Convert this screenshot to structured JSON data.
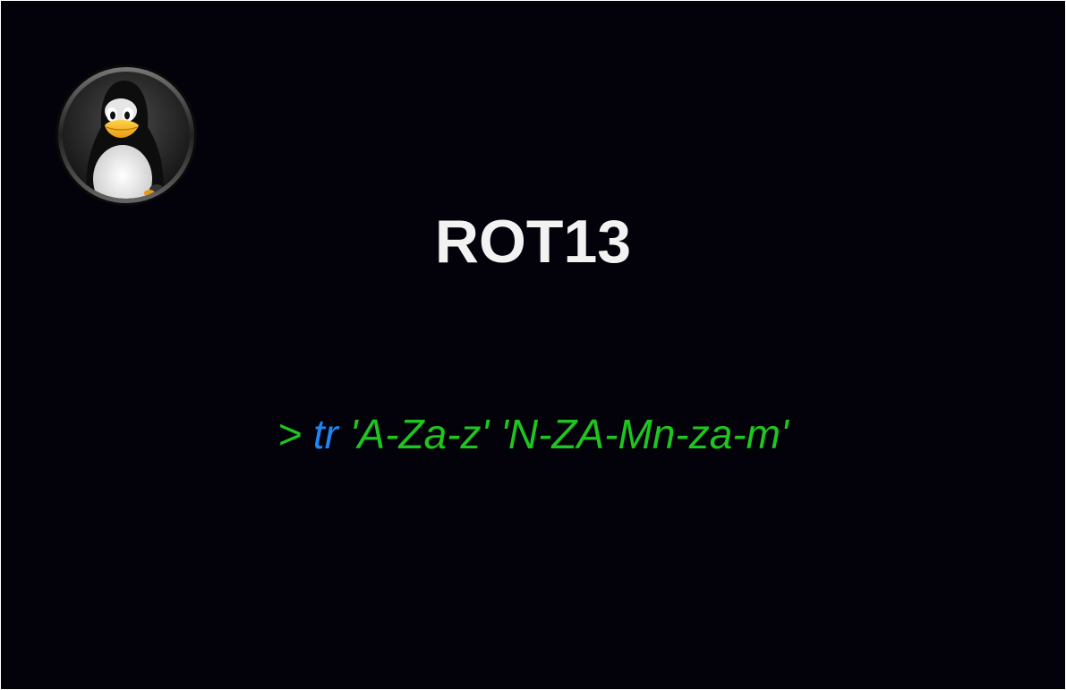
{
  "slide": {
    "title": "ROT13",
    "command": {
      "prompt": ">",
      "name": "tr",
      "args": "'A-Za-z' 'N-ZA-Mn-za-m'"
    }
  },
  "logo": {
    "icon": "tux-penguin-icon"
  },
  "colors": {
    "background": "#03020a",
    "title": "#f2f2f2",
    "prompt_and_args": "#1fc51f",
    "command_name": "#1d86f2"
  }
}
